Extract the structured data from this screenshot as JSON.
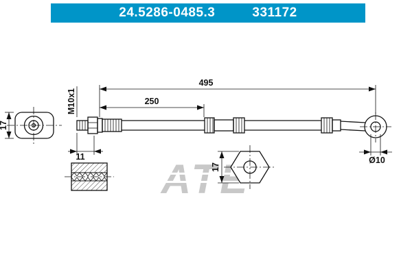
{
  "header": {
    "part_number": "24.5286-0485.3",
    "reference_number": "331172"
  },
  "diagram": {
    "dimensions": {
      "overall_length": "495",
      "intermediate_length": "250",
      "thread_spec": "M10x1",
      "left_end_width": "17",
      "thread_length": "11",
      "hex_width_across_flats": "17",
      "eye_hole_diameter": "Ø10"
    },
    "watermark": "ATE"
  },
  "colors": {
    "header_bg": "#0095c8",
    "header_text": "#ffffff",
    "line": "#111111",
    "watermark": "#c8c8c8"
  }
}
